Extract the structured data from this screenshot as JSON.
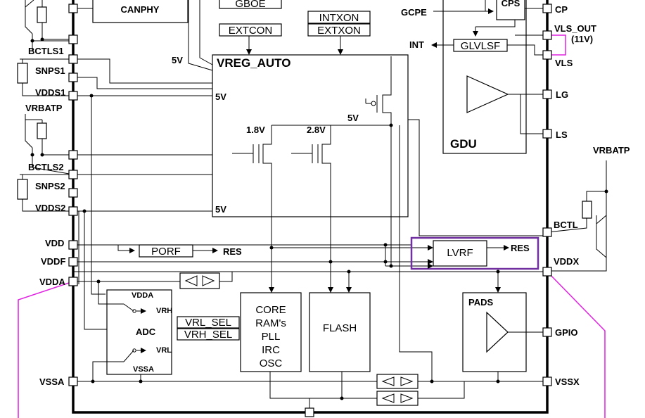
{
  "blocks": {
    "canphy": "CANPHY",
    "vreg_auto": "VREG_AUTO",
    "gdu": "GDU",
    "cps": "CPS",
    "glvlsf": "GLVLSF",
    "gboe": "GBOE",
    "extcon": "EXTCON",
    "intxon": "INTXON",
    "extxon": "EXTXON",
    "porf": "PORF",
    "lvrf": "LVRF",
    "adc": "ADC",
    "vrl_sel": "VRL_SEL",
    "vrh_sel": "VRH_SEL",
    "core": [
      "CORE",
      "RAM's",
      "PLL",
      "IRC",
      "OSC"
    ],
    "flash": "FLASH",
    "pads": "PADS"
  },
  "pins_left": {
    "bctls1": "BCTLS1",
    "snps1": "SNPS1",
    "vdds1": "VDDS1",
    "vrbatp": "VRBATP",
    "bctls2": "BCTLS2",
    "snps2": "SNPS2",
    "vdds2": "VDDS2",
    "vdd": "VDD",
    "vddf": "VDDF",
    "vdda": "VDDA",
    "vssa": "VSSA"
  },
  "pins_right": {
    "cp": "CP",
    "vls_out": "VLS_OUT",
    "vls_out_note": "(11V)",
    "vls": "VLS",
    "lg": "LG",
    "ls": "LS",
    "vrbatp": "VRBATP",
    "bctl": "BCTL",
    "vddx": "VDDX",
    "gpio": "GPIO",
    "vssx": "VSSX"
  },
  "signals": {
    "gcpe": "GCPE",
    "int": "INT",
    "res_porf": "RES",
    "res_lvrf": "RES",
    "v5_a": "5V",
    "v5_b": "5V",
    "v5_c": "5V",
    "v5_d": "5V",
    "v1_8": "1.8V",
    "v2_8": "2.8V",
    "adc_vdda": "VDDA",
    "adc_vssa": "VSSA",
    "adc_vrh": "VRH",
    "adc_vrl": "VRL"
  },
  "colors": {
    "highlight": "#7030a0",
    "magenta": "#e020e0",
    "wire": "#000000"
  }
}
